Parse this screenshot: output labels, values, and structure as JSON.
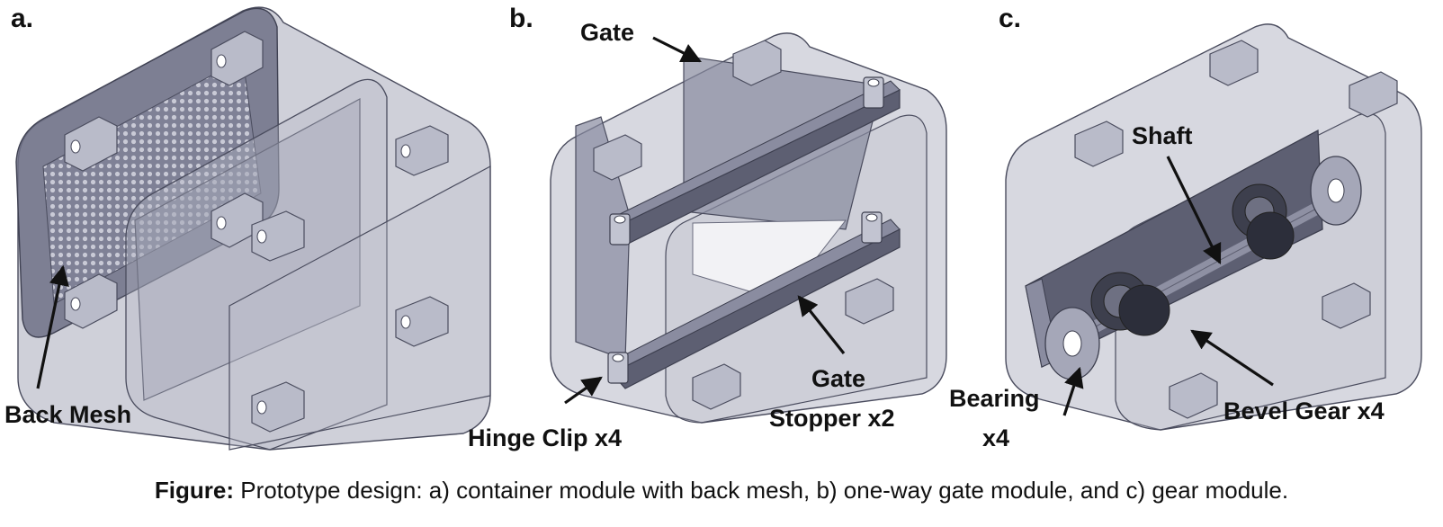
{
  "panels": {
    "a": {
      "letter": "a.",
      "labels": {
        "back_mesh": "Back Mesh"
      }
    },
    "b": {
      "letter": "b.",
      "labels": {
        "gate": "Gate",
        "gate_line1": "Gate",
        "gate_line2": "Stopper x2",
        "hinge_clip": "Hinge Clip x4"
      }
    },
    "c": {
      "letter": "c.",
      "labels": {
        "shaft": "Shaft",
        "bearing_line1": "Bearing",
        "bearing_line2": "x4",
        "bevel_gear": "Bevel Gear x4"
      }
    }
  },
  "caption": {
    "prefix": "Figure:",
    "text": " Prototype design: a) container module with back mesh, b) one-way gate module, and c) gear module."
  },
  "colors": {
    "body_fill": "#9a9caf",
    "body_dark": "#6f7186",
    "edge": "#4a4c5e",
    "label": "#111111"
  }
}
